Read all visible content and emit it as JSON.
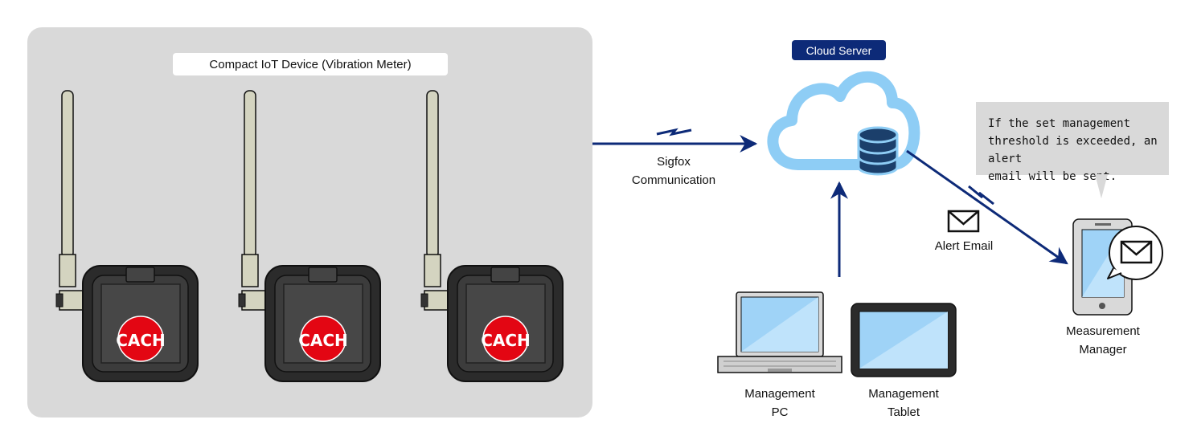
{
  "device_group": {
    "title": "Compact IoT Device (Vibration Meter)",
    "device_logo": "CACH",
    "device_count": 3
  },
  "link": {
    "label": "Sigfox\nCommunication"
  },
  "cloud": {
    "label": "Cloud Server",
    "icon": "database-icon"
  },
  "alert": {
    "label": "Alert Email",
    "icon": "envelope-icon"
  },
  "callout": {
    "text": "If the set management\nthreshold is exceeded, an alert\nemail will be sent."
  },
  "clients": {
    "pc": {
      "label": "Management\nPC"
    },
    "tablet": {
      "label": "Management\nTablet"
    },
    "phone": {
      "label": "Measurement\nManager"
    }
  },
  "colors": {
    "arrow": "#0d2a78",
    "cloud": "#8ecdf5",
    "cache_red": "#e30613",
    "panel": "#d9d9d9"
  }
}
